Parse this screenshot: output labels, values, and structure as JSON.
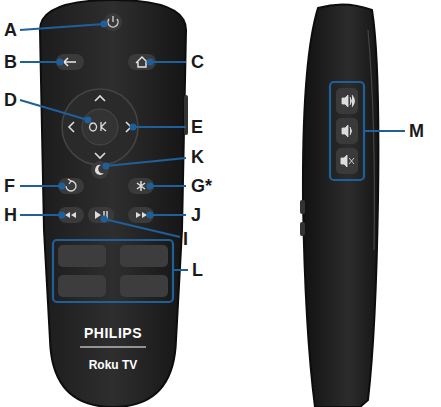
{
  "diagram": {
    "labels": [
      "A",
      "B",
      "C",
      "D",
      "E",
      "F",
      "G*",
      "H",
      "I",
      "J",
      "K",
      "L",
      "M",
      "PHILIPS",
      "Roku TV"
    ]
  }
}
